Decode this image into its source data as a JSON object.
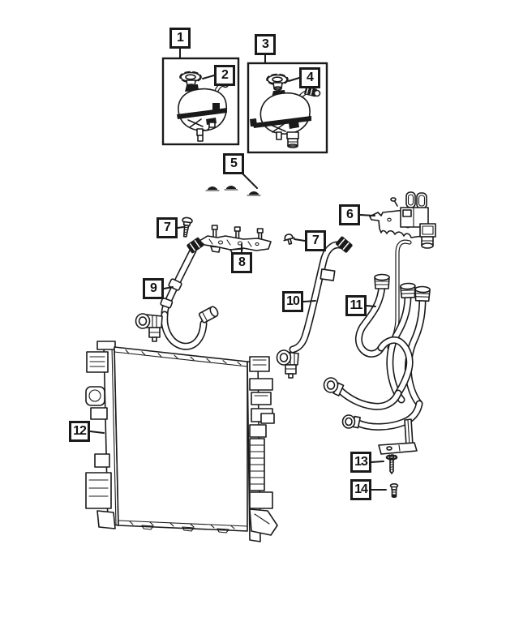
{
  "colors": {
    "background": "#ffffff",
    "line": "#1a1a1a"
  },
  "callouts": {
    "c1": "1",
    "c2": "2",
    "c3": "3",
    "c4": "4",
    "c5": "5",
    "c6": "6",
    "c7": "7",
    "c8": "8",
    "c9": "9",
    "c10": "10",
    "c11": "11",
    "c12": "12",
    "c13": "13",
    "c14": "14"
  },
  "parts": {
    "1": "coolant-reservoir",
    "2": "reservoir-pressure-cap",
    "3": "coolant-reservoir",
    "4": "reservoir-pressure-cap",
    "5": "retainer-clips",
    "6": "valve-and-bracket-assembly",
    "7": "mounting-screw",
    "8": "mounting-bracket",
    "9": "coolant-hose",
    "10": "coolant-hose",
    "11": "hose-assembly",
    "12": "radiator",
    "13": "hex-flange-bolt",
    "14": "stud-bolt"
  }
}
